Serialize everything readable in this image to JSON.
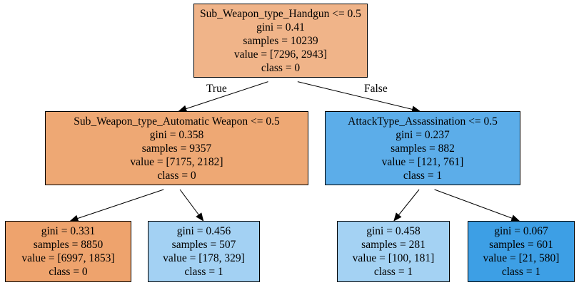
{
  "colors": {
    "n0": "#f0b489",
    "n1": "#eea874",
    "n2": "#5cade9",
    "n3": "#eea36d",
    "n4": "#a3d1f3",
    "n5": "#a4d2f3",
    "n6": "#3d9fe5"
  },
  "nodes": [
    {
      "id": "n0",
      "lines": [
        "Sub_Weapon_type_Handgun <= 0.5",
        "gini = 0.41",
        "samples = 10239",
        "value = [7296, 2943]",
        "class = 0"
      ]
    },
    {
      "id": "n1",
      "lines": [
        "Sub_Weapon_type_Automatic Weapon <= 0.5",
        "gini = 0.358",
        "samples = 9357",
        "value = [7175, 2182]",
        "class = 0"
      ]
    },
    {
      "id": "n2",
      "lines": [
        "AttackType_Assassination <= 0.5",
        "gini = 0.237",
        "samples = 882",
        "value = [121, 761]",
        "class = 1"
      ]
    },
    {
      "id": "n3",
      "lines": [
        "gini = 0.331",
        "samples = 8850",
        "value = [6997, 1853]",
        "class = 0"
      ]
    },
    {
      "id": "n4",
      "lines": [
        "gini = 0.456",
        "samples = 507",
        "value = [178, 329]",
        "class = 1"
      ]
    },
    {
      "id": "n5",
      "lines": [
        "gini = 0.458",
        "samples = 281",
        "value = [100, 181]",
        "class = 1"
      ]
    },
    {
      "id": "n6",
      "lines": [
        "gini = 0.067",
        "samples = 601",
        "value = [21, 580]",
        "class = 1"
      ]
    }
  ],
  "edges": [
    {
      "from": "n0",
      "to": "n1",
      "label": "True"
    },
    {
      "from": "n0",
      "to": "n2",
      "label": "False"
    },
    {
      "from": "n1",
      "to": "n3",
      "label": ""
    },
    {
      "from": "n1",
      "to": "n4",
      "label": ""
    },
    {
      "from": "n2",
      "to": "n5",
      "label": ""
    },
    {
      "from": "n2",
      "to": "n6",
      "label": ""
    }
  ]
}
